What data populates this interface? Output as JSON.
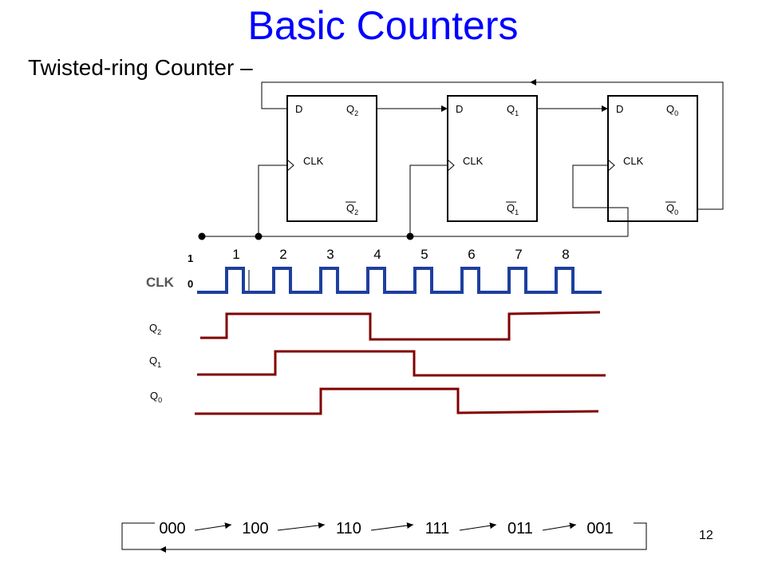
{
  "title": "Basic Counters",
  "subtitle": "Twisted-ring Counter –",
  "page_number": "12",
  "flip_flops": [
    {
      "d": "D",
      "q": "Q",
      "sub": "2",
      "clk": "CLK"
    },
    {
      "d": "D",
      "q": "Q",
      "sub": "1",
      "clk": "CLK"
    },
    {
      "d": "D",
      "q": "Q",
      "sub": "0",
      "clk": "CLK"
    }
  ],
  "clock": {
    "label": "CLK",
    "level_high": "1",
    "level_low": "0",
    "pulse_numbers": [
      "1",
      "2",
      "3",
      "4",
      "5",
      "6",
      "7",
      "8"
    ]
  },
  "waveforms": [
    {
      "name": "Q",
      "sub": "2",
      "color": "#800000"
    },
    {
      "name": "Q",
      "sub": "1",
      "color": "#800000"
    },
    {
      "name": "Q",
      "sub": "0",
      "color": "#800000"
    }
  ],
  "sequence": [
    "000",
    "100",
    "110",
    "111",
    "011",
    "001"
  ],
  "colors": {
    "title": "#0000ff",
    "wave": "#800000",
    "line": "#000000"
  }
}
